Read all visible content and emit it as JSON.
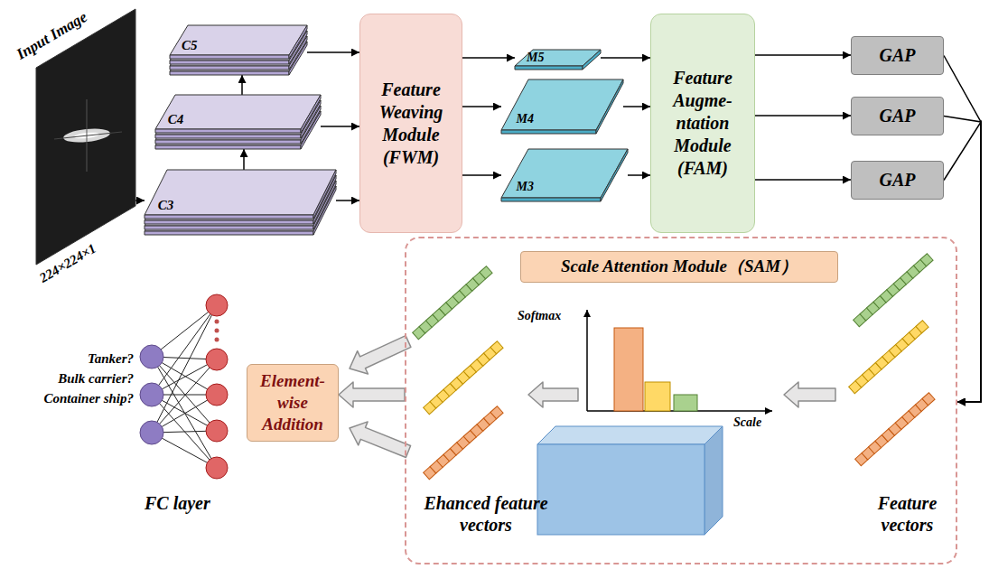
{
  "diagram": {
    "nodes": [
      {
        "text": [
          "Input Image",
          "224×224×1"
        ]
      },
      {
        "text": [
          "C5"
        ]
      },
      {
        "text": [
          "C4"
        ]
      },
      {
        "text": [
          "C3"
        ]
      },
      {
        "text": [
          "Feature Weaving Module (FWM)"
        ]
      },
      {
        "text": [
          "M5"
        ]
      },
      {
        "text": [
          "M4"
        ]
      },
      {
        "text": [
          "M3"
        ]
      },
      {
        "text": [
          "Feature Augme- ntation Module (FAM)"
        ]
      },
      {
        "text": [
          "GAP"
        ]
      },
      {
        "text": [
          "GAP"
        ]
      },
      {
        "text": [
          "GAP"
        ]
      },
      {
        "text": [
          "Scale Attention Module（SAM）"
        ]
      },
      {
        "text": [
          "Element-wise Addition"
        ]
      }
    ],
    "edges": [
      {
        "from": 0,
        "to": 3,
        "arrow": "to"
      },
      {
        "from": 3,
        "to": 2,
        "arrow": "to"
      },
      {
        "from": 2,
        "to": 1,
        "arrow": "to"
      },
      {
        "from": 1,
        "to": 4,
        "arrow": "to"
      },
      {
        "from": 2,
        "to": 4,
        "arrow": "to"
      },
      {
        "from": 3,
        "to": 4,
        "arrow": "to"
      },
      {
        "from": 4,
        "to": 5,
        "arrow": "to"
      },
      {
        "from": 4,
        "to": 6,
        "arrow": "to"
      },
      {
        "from": 4,
        "to": 7,
        "arrow": "to"
      },
      {
        "from": 5,
        "to": 8,
        "arrow": "to"
      },
      {
        "from": 6,
        "to": 8,
        "arrow": "to"
      },
      {
        "from": 7,
        "to": 8,
        "arrow": "to"
      },
      {
        "from": 8,
        "to": 9,
        "arrow": "to"
      },
      {
        "from": 8,
        "to": 10,
        "arrow": "to"
      },
      {
        "from": 8,
        "to": 11,
        "arrow": "to"
      },
      {
        "from": 9,
        "to": 12,
        "arrow": "to"
      },
      {
        "from": 10,
        "to": 12,
        "arrow": "to"
      },
      {
        "from": 11,
        "to": 12,
        "arrow": "to"
      },
      {
        "from": 12,
        "to": 13,
        "arrow": "to"
      }
    ],
    "labels": [
      "Softmax",
      "Scale",
      "Ehanced feature vectors",
      "Feature vectors",
      "FC layer",
      "Tanker?",
      "Bulk carrier?",
      "Container ship?"
    ]
  }
}
